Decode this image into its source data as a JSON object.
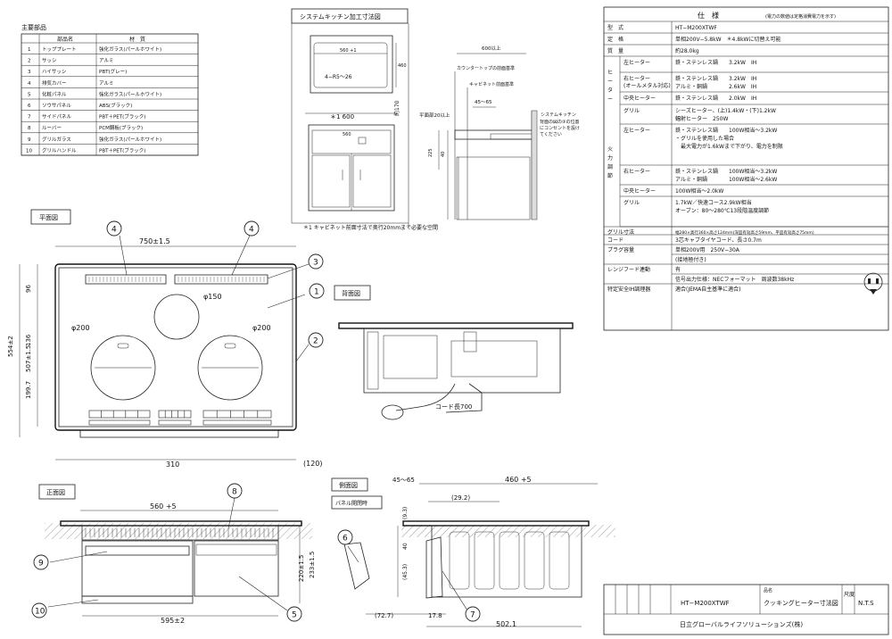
{
  "parts_table": {
    "title": "主要部品",
    "col_part": "部品名",
    "col_material": "材　質",
    "rows": [
      {
        "no": "1",
        "name": "トッププレート",
        "mat": "強化ガラス(パールホワイト)"
      },
      {
        "no": "2",
        "name": "サッシ",
        "mat": "アルミ"
      },
      {
        "no": "3",
        "name": "ハイサッシ",
        "mat": "PBT(グレー)"
      },
      {
        "no": "4",
        "name": "排気カバー",
        "mat": "アルミ"
      },
      {
        "no": "5",
        "name": "化粧パネル",
        "mat": "強化ガラス(パールホワイト)"
      },
      {
        "no": "6",
        "name": "ソウサパネル",
        "mat": "ABS(ブラック)"
      },
      {
        "no": "7",
        "name": "サイドパネル",
        "mat": "PBT＋PET(ブラック)"
      },
      {
        "no": "8",
        "name": "ルーバー",
        "mat": "PCM鋼板(ブラック)"
      },
      {
        "no": "9",
        "name": "グリルガラス",
        "mat": "強化ガラス(パールホワイト)"
      },
      {
        "no": "10",
        "name": "グリルハンドル",
        "mat": "PBT＋PET(ブラック)"
      }
    ]
  },
  "kitchen": {
    "title": "システムキッチン加工寸法図",
    "d560": "560 +1",
    "d460": "460",
    "r": "4−R5〜26",
    "d1600": "＊1 600",
    "d170": "約170",
    "d560b": "560",
    "d600": "600以上",
    "counter": "カウンタートップの前面基準",
    "cabinet": "キャビネット前面基準",
    "d4565": "45〜65",
    "d20": "平面部20以上",
    "d225": "225",
    "d40": "40",
    "syskit": "システムキッチン",
    "outlet": "背面の図の③の位置にコンセントを設けてください",
    "note": "＊1 キャビネット前面寸法で奥行20mmまで必要な空間"
  },
  "spec": {
    "title": "仕　様",
    "note": "(電力の数値は定格消費電力を示す)",
    "rows_top": [
      {
        "k": "型　式",
        "v": "HT−M200XTWF"
      },
      {
        "k": "定　格",
        "v": "単相200V−5.8kW　＊4.8kWに切替え可能"
      },
      {
        "k": "質　量",
        "v": "約28.0kg"
      }
    ],
    "heater_label": "ヒーター",
    "heater": [
      {
        "k": "左ヒーター",
        "v": [
          "鉄・ステンレス鍋　　3.2kW　IH"
        ]
      },
      {
        "k": "右ヒーター\n(オールメタル対応)",
        "v": [
          "鉄・ステンレス鍋　　3.2kW　IH",
          "アルミ・銅鍋　　　　2.6kW　IH"
        ]
      },
      {
        "k": "中央ヒーター",
        "v": [
          "鉄・ステンレス鍋　　2.0kW　IH"
        ]
      },
      {
        "k": "グリル",
        "v": [
          "シーズヒーター、(上)1.4kW・(下)1.2kW",
          "輻射ヒーター　250W"
        ]
      }
    ],
    "fire_label": "火力調節",
    "fire": [
      {
        "k": "左ヒーター",
        "v": [
          "鉄・ステンレス鍋　　100W相当〜3.2kW",
          "・グリルを使用した場合",
          "　最大電力が1.6kWまで下がり、電力を制限"
        ]
      },
      {
        "k": "右ヒーター",
        "v": [
          "鉄・ステンレス鍋　　100W相当〜3.2kW",
          "アルミ・銅鍋　　　　100W相当〜2.6kW"
        ]
      },
      {
        "k": "中央ヒーター",
        "v": [
          "100W相当〜2.0kW"
        ]
      },
      {
        "k": "グリル",
        "v": [
          "1.7kW／快速コース2.9kW相当",
          "オーブン：80〜280℃13段階温度調節"
        ]
      }
    ],
    "rows_bottom": [
      {
        "k": "グリル寸法",
        "v": "幅280×奥行360×高さ124mm(深皿有効高さ59mm、平皿有効高さ75mm)"
      },
      {
        "k": "コード",
        "v": "3芯キャブタイヤコード、長さ0.7m"
      },
      {
        "k": "プラグ容量",
        "v": "単相200V用　250V−30A"
      },
      {
        "k": "",
        "v": "(接地極付き)"
      },
      {
        "k": "レンジフード連動",
        "v": "有"
      },
      {
        "k": "",
        "v": "信号出力仕様：NECフォーマット　周波数38kHz"
      },
      {
        "k": "特定安全IH調理器",
        "v": "適合(JEMA自主基準に適合)"
      }
    ]
  },
  "plan": {
    "label": "平面図",
    "w750": "750±1.5",
    "phi150": "φ150",
    "phi200a": "φ200",
    "phi200b": "φ200",
    "d96": "96",
    "d136": "136",
    "d554": "554±2",
    "d507": "507±1.5",
    "d199": "199.7",
    "d310": "310",
    "d120": "(120)"
  },
  "back": {
    "label": "背面図",
    "cord": "コード長700"
  },
  "front": {
    "label": "正面図",
    "d560": "560 +5",
    "d595": "595±2",
    "d220": "220±1.5",
    "d233": "233±1.5"
  },
  "side": {
    "label": "側面図",
    "open": "パネル開閉時",
    "d4565": "45〜65",
    "d460": "460 +5",
    "d292": "(29.2)",
    "d93": "(9.3)",
    "d40": "40",
    "d453": "(45.3)",
    "d727": "(72.7)",
    "d178": "17.8",
    "d502": "502.1"
  },
  "callouts": [
    "1",
    "2",
    "3",
    "4",
    "4",
    "5",
    "6",
    "7",
    "8",
    "9",
    "10"
  ],
  "title_block": {
    "model": "HT−M200XTWF",
    "name_label": "品名",
    "name": "クッキングヒーター寸法図",
    "scale_label": "尺度",
    "scale": "N.T.S",
    "company": "日立グローバルライフソリューションズ(株)"
  }
}
